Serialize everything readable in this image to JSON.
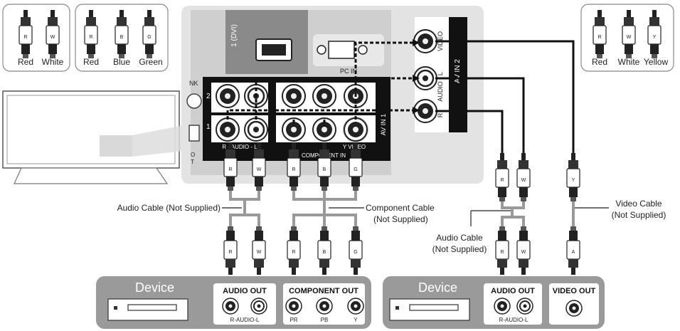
{
  "legends": {
    "audio": {
      "tags": [
        "R",
        "W"
      ],
      "labels": [
        "Red",
        "White"
      ]
    },
    "component": {
      "tags": [
        "R",
        "B",
        "G"
      ],
      "labels": [
        "Red",
        "Blue",
        "Green"
      ]
    },
    "av": {
      "tags": [
        "R",
        "W",
        "Y"
      ],
      "labels": [
        "Red",
        "White",
        "Yellow"
      ]
    }
  },
  "tv_panel": {
    "dvi_label": "1 (DVI)",
    "pc_label": "PC IN",
    "row_2": "2",
    "row_1": "1",
    "audio_label": "R - AUDIO - L",
    "video_label": "Y   VIDEO",
    "component_in": "COMPONENT IN",
    "av_in_1": "AV IN 1",
    "side_text": "NK",
    "side_text2": "O\nT"
  },
  "side_panel": {
    "video": "VIDEO",
    "audio": "AUDIO - L",
    "av_in_2": "AV IN 2",
    "r": "R"
  },
  "cable_tags": {
    "left_top": [
      "R",
      "W",
      "R",
      "B",
      "G"
    ],
    "left_bottom": [
      "R",
      "W",
      "R",
      "B",
      "G"
    ],
    "right_top": [
      "R",
      "W",
      "Y"
    ],
    "right_bottom": [
      "R",
      "W",
      "A"
    ]
  },
  "labels": {
    "audio_cable_left": "Audio Cable (Not Supplied)",
    "component_cable_1": "Component Cable",
    "component_cable_2": "(Not Supplied)",
    "audio_cable_right_1": "Audio Cable",
    "audio_cable_right_2": "(Not Supplied)",
    "video_cable_1": "Video Cable",
    "video_cable_2": "(Not Supplied)"
  },
  "device_left": {
    "title": "Device",
    "audio_out": "AUDIO OUT",
    "audio_sub": "R-AUDIO-L",
    "component_out": "COMPONENT OUT",
    "pr": "PR",
    "pb": "PB",
    "y": "Y"
  },
  "device_right": {
    "title": "Device",
    "audio_out": "AUDIO OUT",
    "audio_sub": "R-AUDIO-L",
    "video_out": "VIDEO OUT"
  }
}
